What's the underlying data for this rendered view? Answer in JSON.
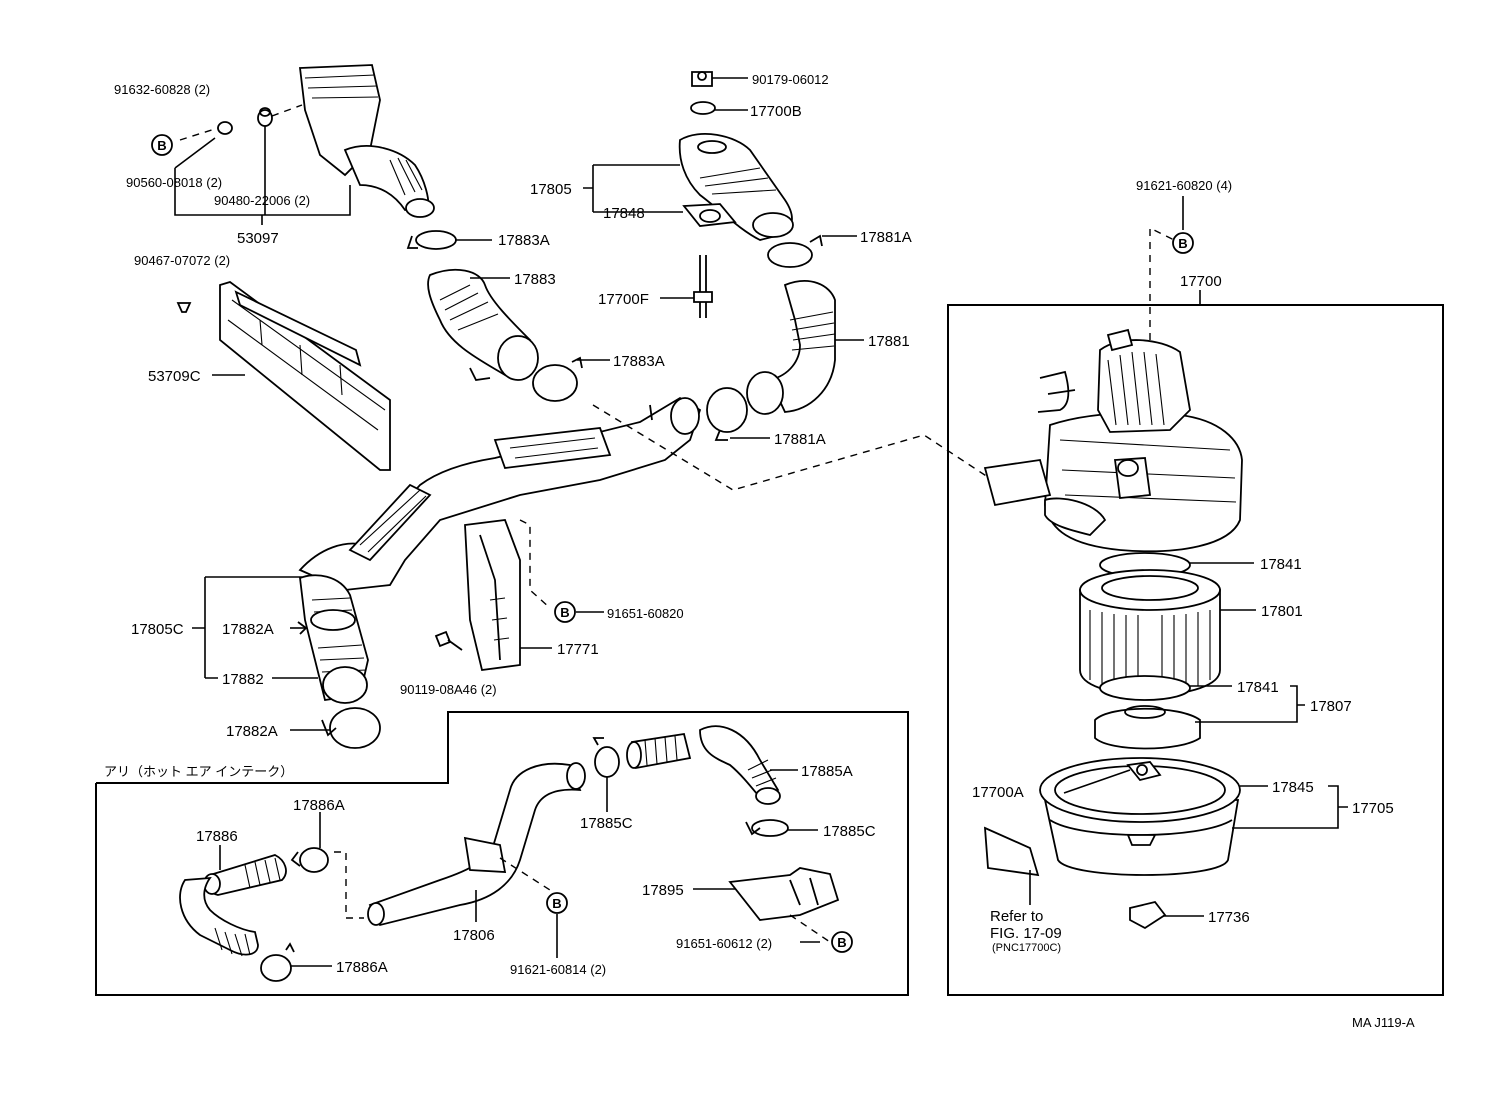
{
  "labels": {
    "p91632": "91632-60828 (2)",
    "p90560": "90560-08018 (2)",
    "p90480": "90480-22006 (2)",
    "p53097": "53097",
    "p90467": "90467-07072 (2)",
    "p53709C": "53709C",
    "p17883A_top": "17883A",
    "p17883": "17883",
    "p17883A_bot": "17883A",
    "p90179": "90179-06012",
    "p17700B": "17700B",
    "p17805": "17805",
    "p17848": "17848",
    "p17881A_top": "17881A",
    "p17700F": "17700F",
    "p17881": "17881",
    "p17881A_bot": "17881A",
    "p91621_60820": "91621-60820 (4)",
    "p17700": "17700",
    "p17841_top": "17841",
    "p17801": "17801",
    "p17841_bot": "17841",
    "p17807": "17807",
    "p17700A": "17700A",
    "p17845": "17845",
    "p17705": "17705",
    "p17736": "17736",
    "refer1": "Refer to",
    "refer2": "FIG. 17-09",
    "refer3": "(PNC17700C)",
    "p17805C": "17805C",
    "p17882A_mid": "17882A",
    "p17882": "17882",
    "p17882A_low": "17882A",
    "p91651_60820": "91651-60820",
    "p17771": "17771",
    "p90119": "90119-08A46 (2)",
    "hot_air_title": "アリ（ホット エア インテーク）",
    "p17886A_top": "17886A",
    "p17886": "17886",
    "p17886A_bot": "17886A",
    "p17806": "17806",
    "p91621_60814": "91621-60814 (2)",
    "p17885C_mid": "17885C",
    "p17885A": "17885A",
    "p17885C_right": "17885C",
    "p17895": "17895",
    "p91651_60612": "91651-60612 (2)",
    "footer": "MA  J119-A",
    "b_marker": "B"
  }
}
